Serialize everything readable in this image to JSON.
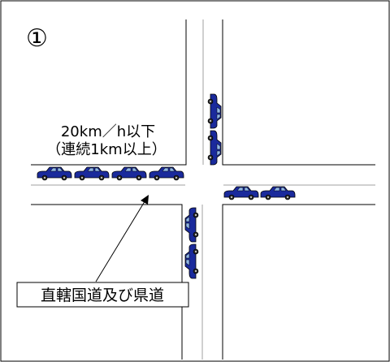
{
  "panel_number": "①",
  "speed_line1": "20km／h以下",
  "speed_line2": "（連続1km以上）",
  "road_label": "直轄国道及び県道",
  "colors": {
    "car_body": "#1a2a9c",
    "car_window": "#8fb6e8",
    "road_line": "#000000",
    "lane_line": "#a0a0a0",
    "border": "#000000"
  }
}
